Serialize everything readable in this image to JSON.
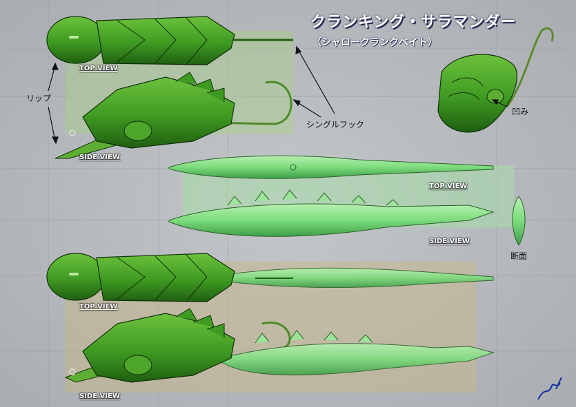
{
  "title": "クランキング・サラマンダー",
  "subtitle": "（シャロークランクベイト）",
  "labels": {
    "lip": "リップ",
    "single_hook": "シングルフック",
    "dent": "凹み",
    "cross_section": "断面"
  },
  "views": {
    "top1": "TOP VIEW",
    "side1": "SIDE VIEW",
    "top2": "TOP VIEW",
    "side2": "SIDE VIEW",
    "top3": "TOP VIEW",
    "side3": "SIDE VIEW"
  },
  "colors": {
    "background": "#b9bcbf",
    "body_green": "#3f9a22",
    "tail_green": "#7ddc7d",
    "title_shadow": "#2a2a55",
    "signature": "#1a2fa0"
  }
}
